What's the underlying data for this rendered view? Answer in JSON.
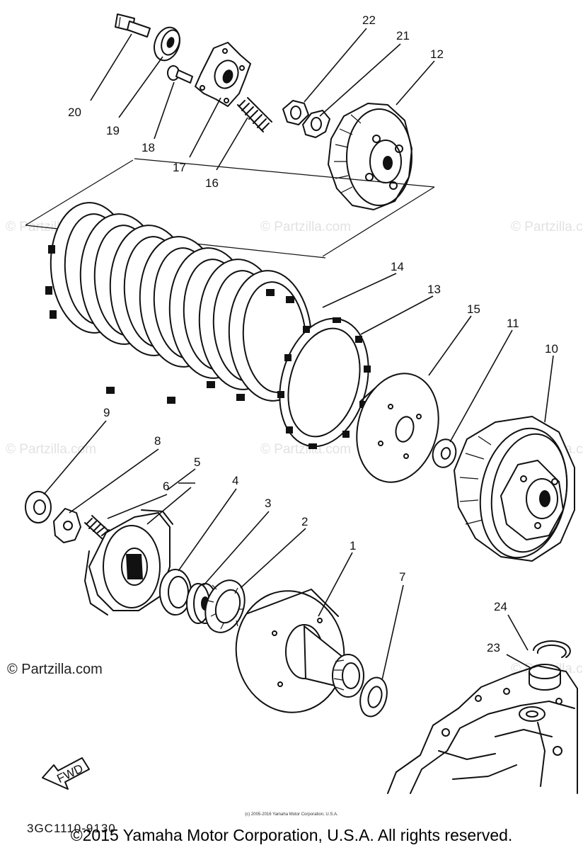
{
  "watermark": "© Partzilla.com",
  "brand_mark": "© Partzilla.com",
  "fwd_tag": "FWD",
  "drawing_code": "3GC1110-9130",
  "small_copyright": "(c) 2005-2016 Yamaha Motor Corporation, U.S.A.",
  "footer_copyright": "©2015 Yamaha Motor Corporation, U.S.A. All rights reserved.",
  "callouts": {
    "p1": "1",
    "p2": "2",
    "p3": "3",
    "p4": "4",
    "p5": "5",
    "p6": "6",
    "p7": "7",
    "p8": "8",
    "p9": "9",
    "p10": "10",
    "p11": "11",
    "p12": "12",
    "p13": "13",
    "p14": "14",
    "p15": "15",
    "p16": "16",
    "p17": "17",
    "p18": "18",
    "p19": "19",
    "p20": "20",
    "p21": "21",
    "p22": "22",
    "p23": "23",
    "p24": "24"
  }
}
